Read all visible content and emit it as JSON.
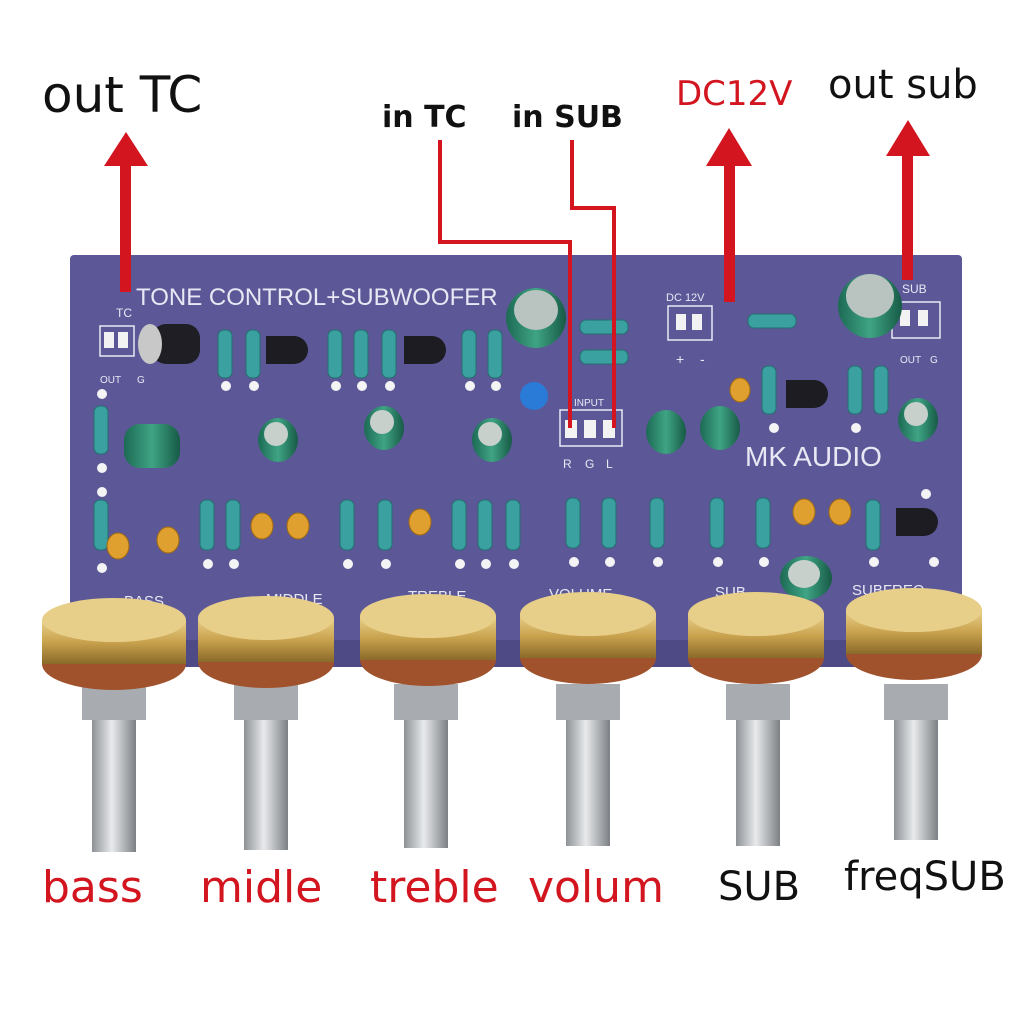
{
  "annotations": {
    "out_tc": "out TC",
    "in_tc": "in TC",
    "in_sub": "in SUB",
    "dc_12v": "DC12V",
    "out_sub": "out sub"
  },
  "knob_labels": {
    "bass": "bass",
    "midle": "midle",
    "treble": "treble",
    "volum": "volum",
    "sub": "SUB",
    "freq_sub": "freqSUB"
  },
  "board": {
    "title": "TONE CONTROL+SUBWOOFER",
    "brand": "MK AUDIO",
    "tc_header": "TC",
    "tc_out": "OUT",
    "tc_g": "G",
    "dc_header": "DC 12V",
    "dc_plus": "+",
    "dc_minus": "-",
    "sub_header": "SUB",
    "sub_out": "OUT",
    "sub_g": "G",
    "input_header": "INPUT",
    "input_r": "R",
    "input_g": "G",
    "input_l": "L",
    "pot_labels": [
      "BASS",
      "MIDDLE",
      "TREBLE",
      "VOLUME",
      "SUB",
      "SUBFREQ"
    ]
  },
  "colors": {
    "board": "#5c5898",
    "arrow": "#d2151f",
    "wire": "#d2151f"
  }
}
